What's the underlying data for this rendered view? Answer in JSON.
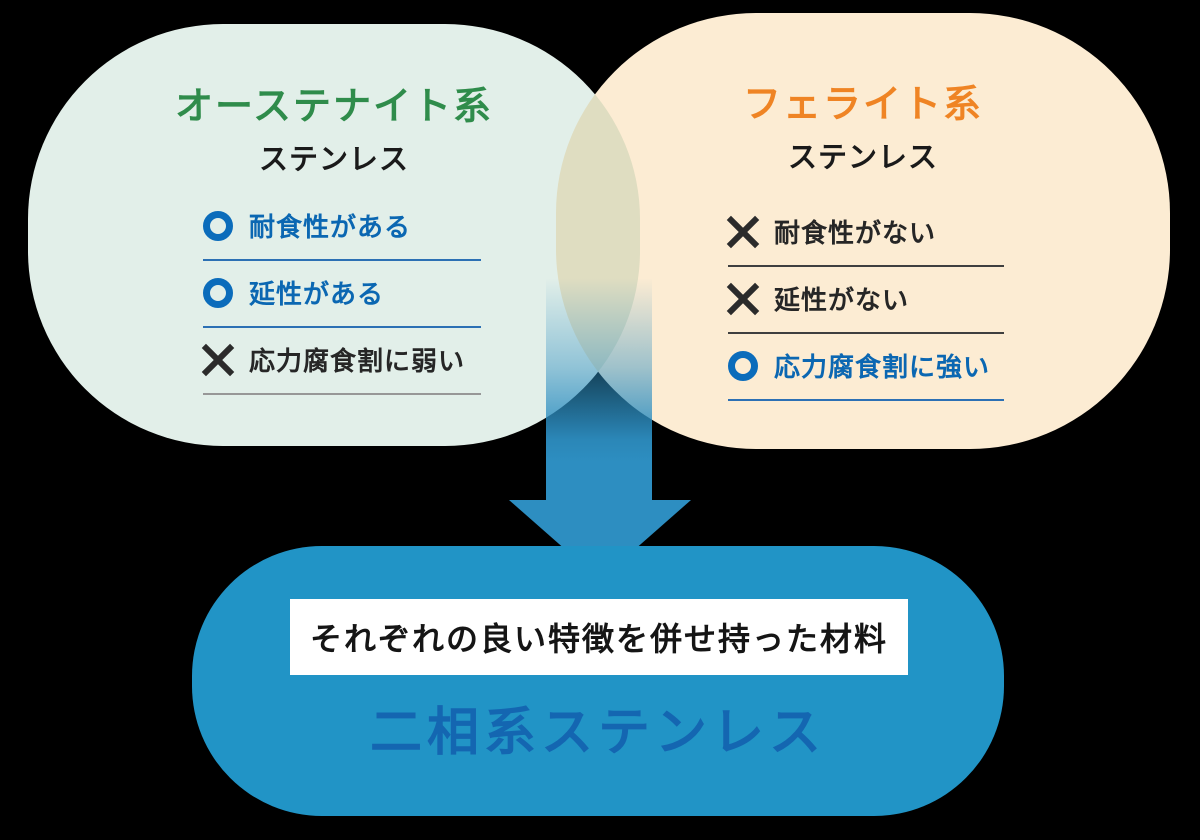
{
  "colors": {
    "background": "#000000",
    "accent_blue": "#0b67b2",
    "separator_blue": "#2c70b4",
    "separator_gray": "#979797",
    "separator_dark": "#3f3f3f",
    "dark_text": "#262626",
    "arrow_blue": "#2d8ec1"
  },
  "left_bubble": {
    "bg": "#e2efe9",
    "title": "オーステナイト系",
    "title_color": "#2f8c4b",
    "subtitle": "ステンレス",
    "items": [
      {
        "icon": "circle",
        "tone": "good",
        "label": "耐食性がある"
      },
      {
        "icon": "circle",
        "tone": "good",
        "label": "延性がある"
      },
      {
        "icon": "cross",
        "tone": "bad",
        "label": "応力腐食割に弱い"
      }
    ]
  },
  "right_bubble": {
    "bg": "#fcecd3",
    "title": "フェライト系",
    "title_color": "#ef8424",
    "subtitle": "ステンレス",
    "items": [
      {
        "icon": "cross",
        "tone": "bad",
        "label": "耐食性がない"
      },
      {
        "icon": "cross",
        "tone": "bad",
        "label": "延性がない"
      },
      {
        "icon": "circle",
        "tone": "good",
        "label": "応力腐食割に強い"
      }
    ]
  },
  "result": {
    "bubble_bg": "#2194c6",
    "banner_bg": "#ffffff",
    "banner_text": "それぞれの良い特徴を併せ持った材料",
    "title": "二相系ステンレス",
    "title_color": "#1466b1"
  }
}
